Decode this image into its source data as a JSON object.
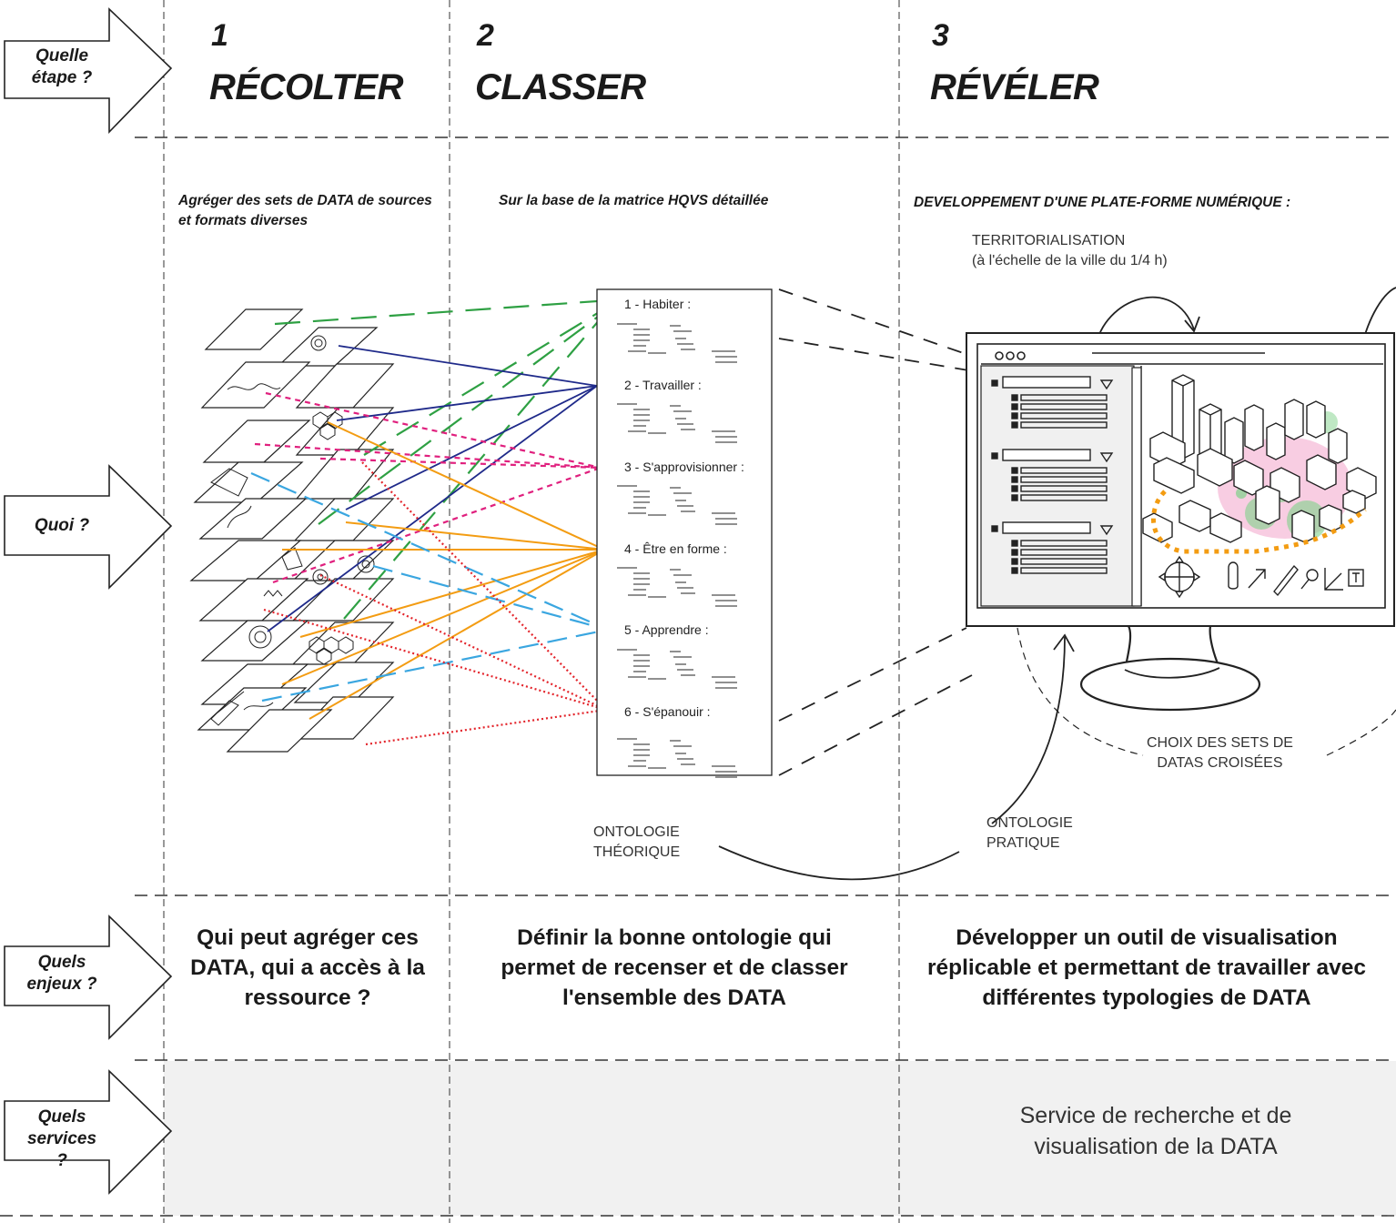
{
  "row_labels": {
    "etape": "Quelle étape ?",
    "quoi": "Quoi ?",
    "enjeux": "Quels enjeux ?",
    "services": "Quels services ?"
  },
  "steps": [
    {
      "number": "1",
      "title": "RÉCOLTER",
      "subtitle": "Agréger des sets de DATA de sources et formats diverses",
      "issue": "Qui peut agréger ces DATA, qui a accès à la ressource ?",
      "service": ""
    },
    {
      "number": "2",
      "title": "CLASSER",
      "subtitle": "Sur la base de la matrice HQVS détaillée",
      "issue": "Définir la bonne ontologie qui permet de recenser et de classer l'ensemble des DATA",
      "service": ""
    },
    {
      "number": "3",
      "title": "RÉVÉLER",
      "subtitle": "DEVELOPPEMENT D'UNE PLATE-FORME NUMÉRIQUE :",
      "issue": "Développer un outil de visualisation réplicable et permettant de travailler avec différentes typologies de DATA",
      "service": "Service de recherche et de visualisation de la DATA"
    }
  ],
  "ontology_items": [
    "1 - Habiter :",
    "2 - Travailler :",
    "3 - S'approvisionner :",
    "4 - Être en forme :",
    "5 - Apprendre :",
    "6 - S'épanouir :"
  ],
  "labels": {
    "territorialisation_1": "TERRITORIALISATION",
    "territorialisation_2": "(à l'échelle de la ville du 1/4 h)",
    "ontologie_theorique_1": "ONTOLOGIE",
    "ontologie_theorique_2": "THÉORIQUE",
    "ontologie_pratique_1": "ONTOLOGIE",
    "ontologie_pratique_2": "PRATIQUE",
    "choix_1": "CHOIX DES SETS DE",
    "choix_2": "DATAS CROISÉES"
  },
  "colors": {
    "green": "#2ea043",
    "navy": "#1f2a8a",
    "magenta": "#e0207e",
    "orange": "#f39c12",
    "cyan": "#3aa6e0",
    "red": "#e3242b",
    "services_bg": "#f1f1f1"
  }
}
